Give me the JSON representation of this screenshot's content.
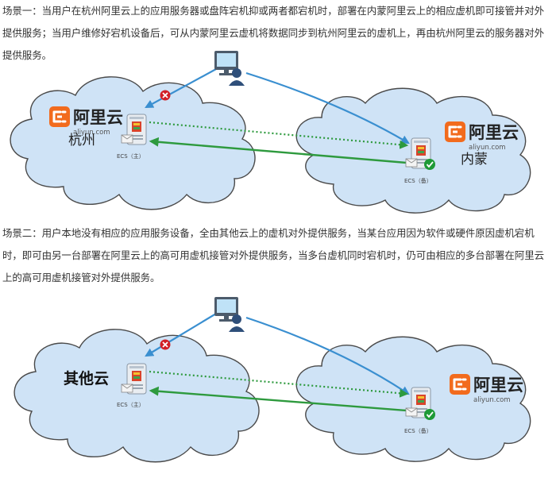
{
  "scenario1": {
    "text": "场景一：当用户在杭州阿里云上的应用服务器或盘阵宕机抑或两者都宕机时，部署在内蒙阿里云上的相应虚机即可接管并对外提供服务；当用户维修好宕机设备后，可从内蒙阿里云虚机将数据同步到杭州阿里云的虚机上，再由杭州阿里云的服务器对外提供服务。",
    "left_cloud_label": "杭州",
    "right_cloud_label": "内蒙",
    "primary_server_label": "ECS（主）",
    "backup_server_label": "ECS（备）"
  },
  "scenario2": {
    "text": "场景二：用户本地没有相应的应用服务设备，全由其他云上的虚机对外提供服务，当某台应用因为软件或硬件原因虚机宕机时，即可由另一台部署在阿里云上的高可用虚机接管对外提供服务，当多台虚机同时宕机时，仍可由相应的多台部署在阿里云上的高可用虚机接管对外提供服务。",
    "left_cloud_label": "其他云",
    "primary_server_label": "ECS（主）",
    "backup_server_label": "ECS（备）"
  },
  "logo": {
    "chinese": "阿里云",
    "domain": "aliyun.com"
  },
  "colors": {
    "cloud_fill": "#cfe3f6",
    "user_link_blue": "#3a8fd0",
    "sync_green": "#2e9a3e",
    "fail_red": "#d21f26",
    "ok_green": "#1e9a36",
    "logo_orange": "#f26b1d"
  },
  "icons": [
    "user-computer-icon",
    "server-icon",
    "fail-x-icon",
    "ok-check-icon",
    "aliyun-logo-icon"
  ]
}
